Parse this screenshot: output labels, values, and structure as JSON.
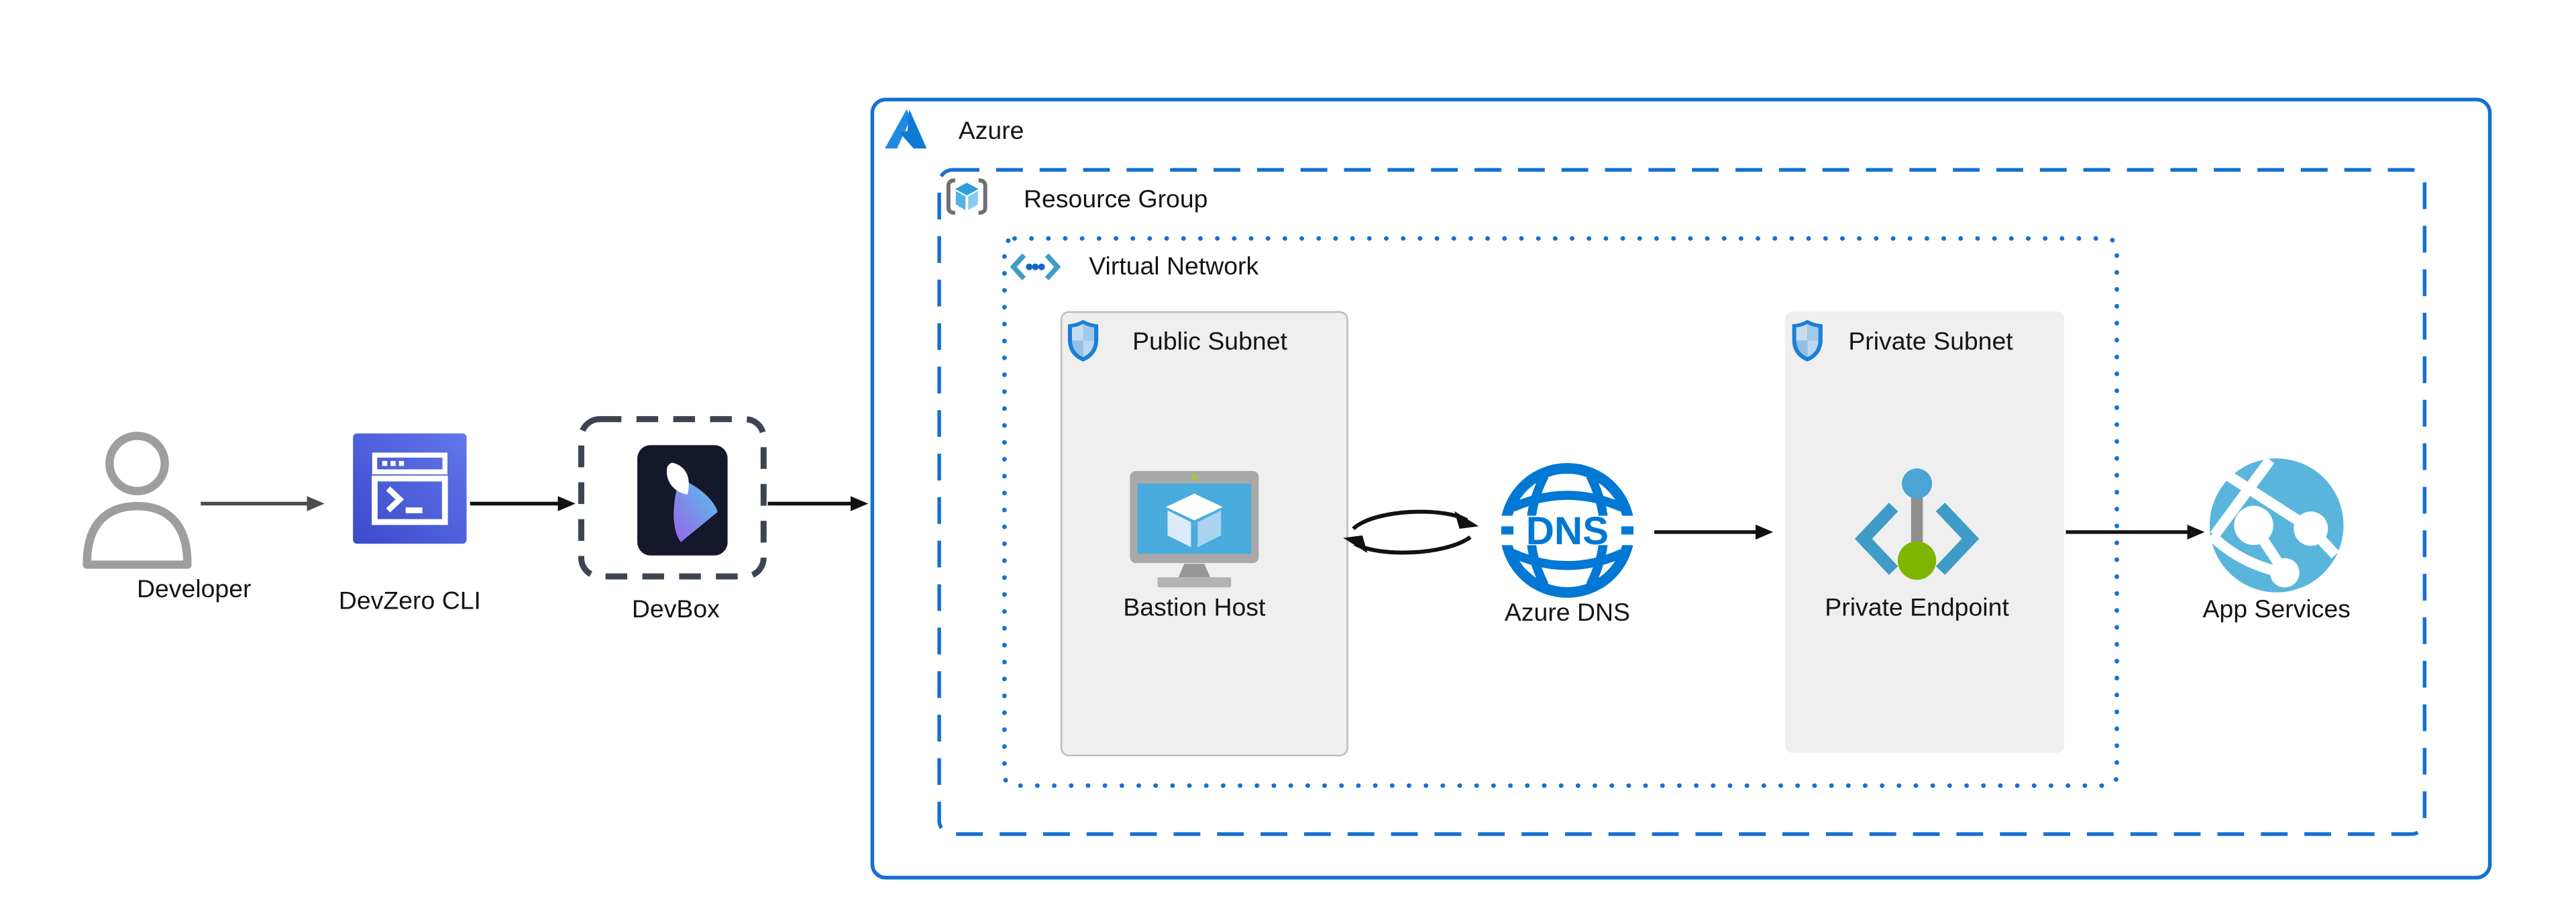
{
  "labels": {
    "developer": "Developer",
    "devzero_cli": "DevZero CLI",
    "devbox": "DevBox",
    "azure": "Azure",
    "resource_group": "Resource Group",
    "virtual_network": "Virtual Network",
    "public_subnet": "Public Subnet",
    "bastion_host": "Bastion Host",
    "azure_dns": "Azure DNS",
    "dns_icon_text": "DNS",
    "private_subnet": "Private Subnet",
    "private_endpoint": "Private Endpoint",
    "app_services": "App Services"
  },
  "icons": {
    "developer": "person-icon",
    "devzero_cli": "terminal-window-icon",
    "devbox": "devzero-logo-icon",
    "azure": "azure-logo-icon",
    "resource_group": "resource-group-cube-icon",
    "virtual_network": "virtual-network-icon",
    "public_subnet": "shield-icon",
    "private_subnet": "shield-icon",
    "bastion_host": "virtual-machine-monitor-icon",
    "azure_dns": "dns-globe-icon",
    "private_endpoint": "private-endpoint-icon",
    "app_services": "app-services-globe-icon"
  },
  "connections": [
    {
      "from": "developer",
      "to": "devzero_cli",
      "style": "arrow"
    },
    {
      "from": "devzero_cli",
      "to": "devbox",
      "style": "arrow"
    },
    {
      "from": "devbox",
      "to": "azure",
      "style": "arrow"
    },
    {
      "from": "bastion_host",
      "to": "azure_dns",
      "style": "bidirectional-cycle"
    },
    {
      "from": "azure_dns",
      "to": "private_endpoint",
      "style": "arrow"
    },
    {
      "from": "private_endpoint",
      "to": "app_services",
      "style": "arrow"
    }
  ],
  "colors": {
    "azure_border": "#1570d2",
    "devbox_border": "#3d4451",
    "subnet_fill": "#efefef",
    "subnet_border": "#b9bcbe",
    "icon_blue": "#0078d4",
    "steel_blue": "#3f9cc8",
    "endpoint_green": "#7db500",
    "arrow_dark": "#111111",
    "arrow_gray": "#4d4d4d",
    "devzero_indigo": "#3c4cd1",
    "devbox_bg": "#15172b",
    "app_services_blue": "#5ab5dc",
    "bastion_screen": "#49abdd",
    "monitor_gray": "#a9a9a9",
    "text": "#141414"
  }
}
